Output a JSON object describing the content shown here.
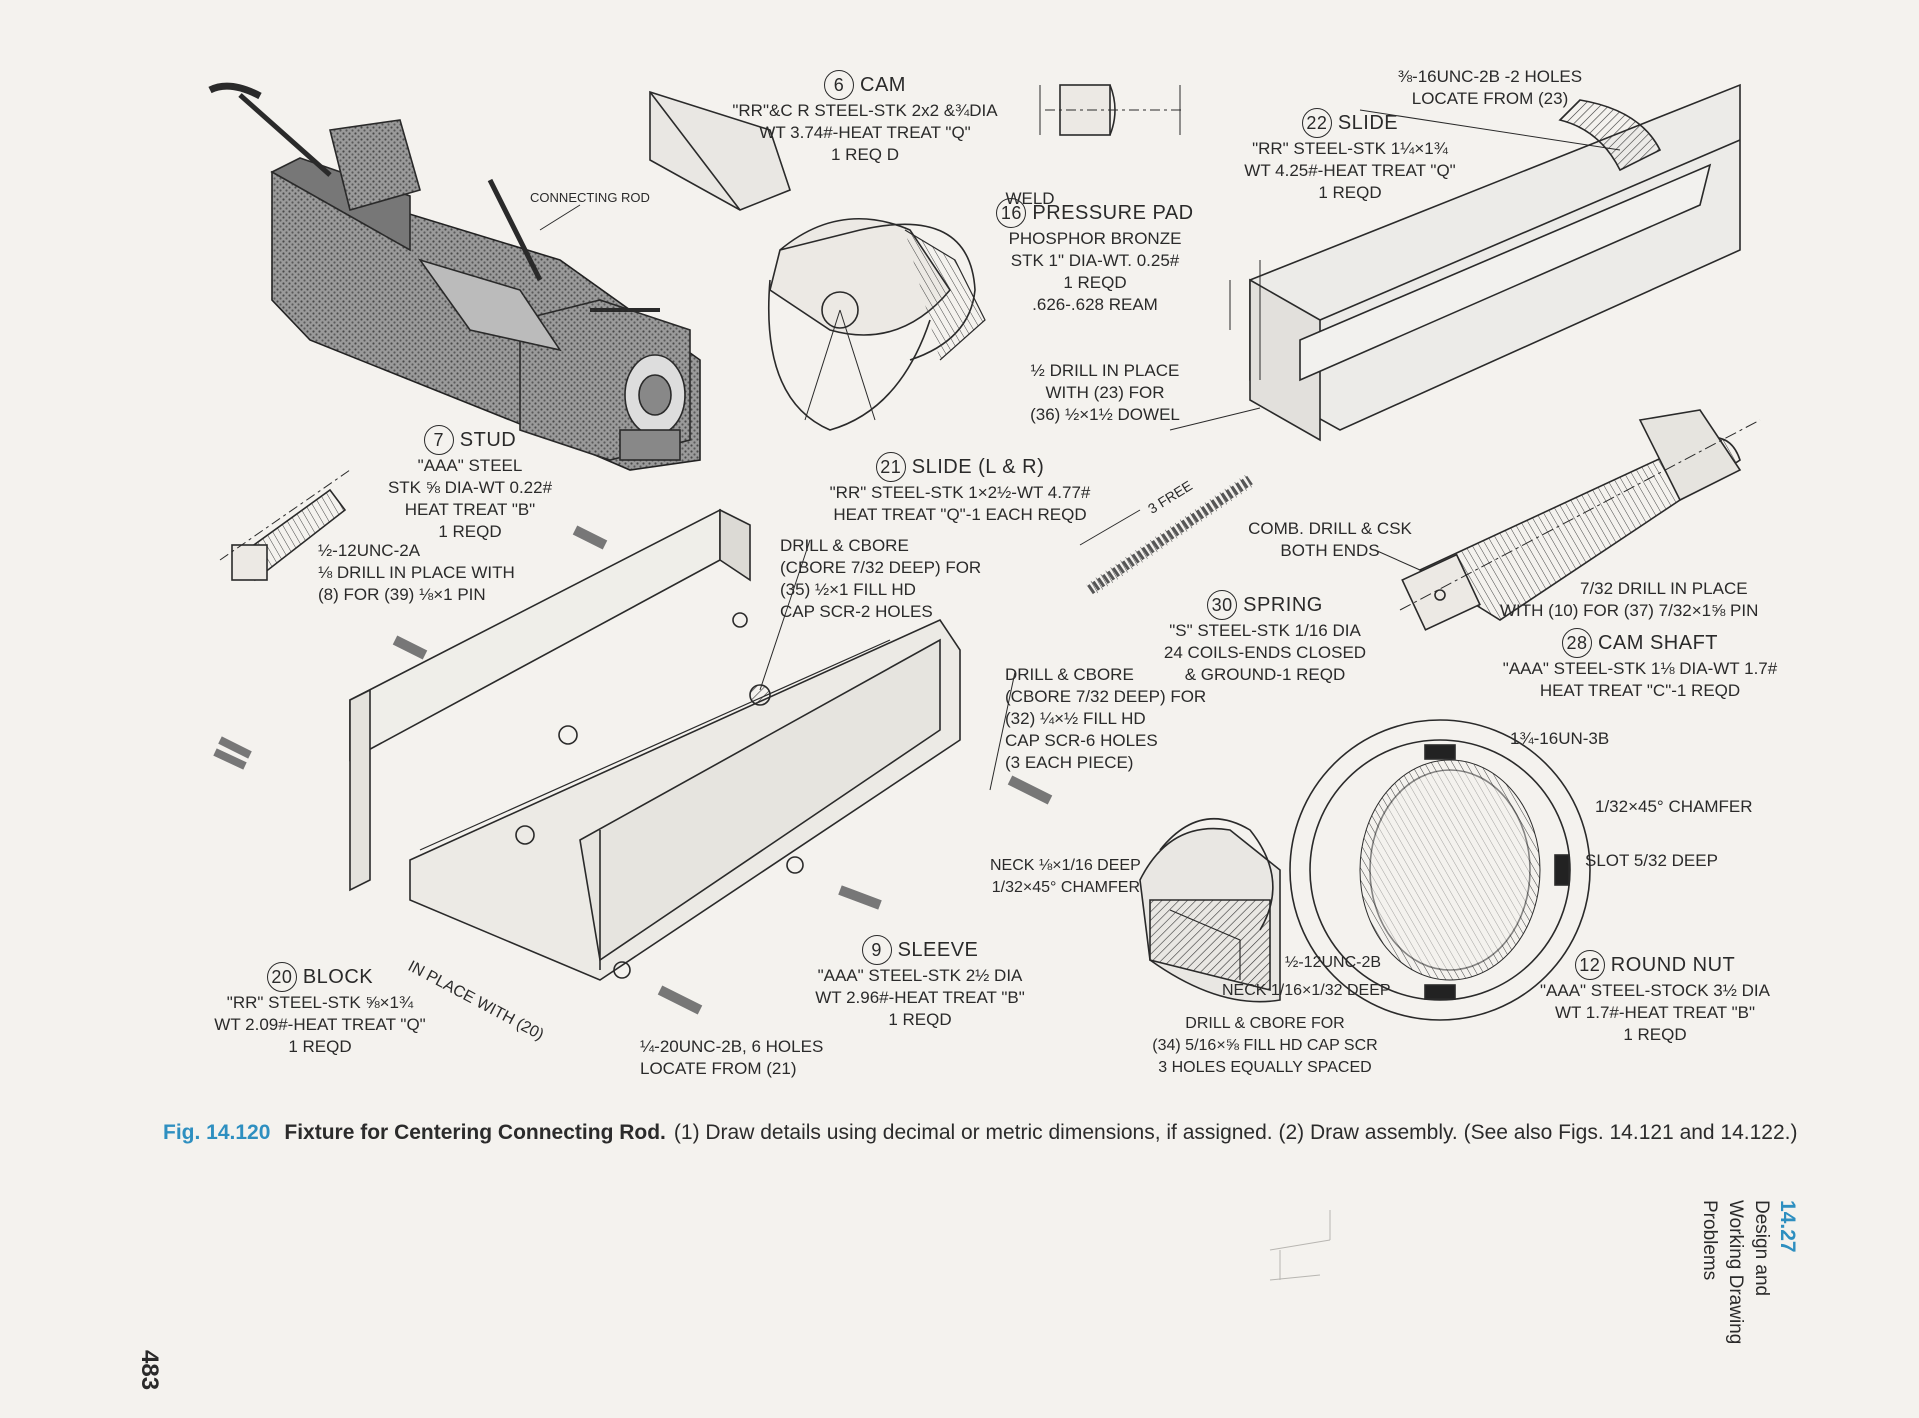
{
  "caption": {
    "fig_number": "Fig. 14.120",
    "title": "Fixture for Centering Connecting Rod.",
    "text": "(1) Draw details using decimal or metric dimensions, if assigned. (2) Draw assembly. (See also Figs. 14.121 and 14.122.)"
  },
  "section": {
    "number": "14.27",
    "line1": "Design and",
    "line2": "Working Drawing",
    "line3": "Problems"
  },
  "page_number": "483",
  "parts": {
    "cam": {
      "num": "6",
      "name": "CAM",
      "l1": "\"RR\"&C R STEEL-STK 2x2 &¾DIA",
      "l2": "WT 3.74#-HEAT TREAT \"Q\"",
      "l3": "1 REQ D"
    },
    "pressure_pad": {
      "num": "16",
      "name": "PRESSURE PAD",
      "l1": "PHOSPHOR BRONZE",
      "l2": "STK 1\" DIA-WT. 0.25#",
      "l3": "1 REQD",
      "l4": ".626-.628 REAM"
    },
    "slide22": {
      "num": "22",
      "name": "SLIDE",
      "l1": "\"RR\" STEEL-STK 1¼×1¾",
      "l2": "WT 4.25#-HEAT TREAT \"Q\"",
      "l3": "1 REQD",
      "top": "⅜-16UNC-2B -2 HOLES",
      "top2": "LOCATE FROM (23)"
    },
    "stud": {
      "num": "7",
      "name": "STUD",
      "l1": "\"AAA\" STEEL",
      "l2": "STK ⅝ DIA-WT 0.22#",
      "l3": "HEAT TREAT \"B\"",
      "l4": "1 REQD",
      "l5": "½-12UNC-2A",
      "l6": "⅛ DRILL IN PLACE WITH",
      "l7": "(8) FOR (39) ⅛×1 PIN"
    },
    "slide21": {
      "num": "21",
      "name": "SLIDE (L & R)",
      "l1": "\"RR\" STEEL-STK 1×2½-WT 4.77#",
      "l2": "HEAT TREAT \"Q\"-1 EACH REQD"
    },
    "drill1": {
      "l1": "½ DRILL IN PLACE",
      "l2": "WITH (23) FOR",
      "l3": "(36) ½×1½ DOWEL"
    },
    "drill2": {
      "l1": "DRILL & CBORE",
      "l2": "(CBORE 7/32 DEEP) FOR",
      "l3": "(35) ½×1 FILL HD",
      "l4": "CAP SCR-2 HOLES"
    },
    "drill3": {
      "l1": "DRILL & CBORE",
      "l2": "(CBORE 7/32 DEEP) FOR",
      "l3": "(32) ¼×½ FILL HD",
      "l4": "CAP SCR-6 HOLES",
      "l5": "(3 EACH PIECE)"
    },
    "spring": {
      "num": "30",
      "name": "SPRING",
      "l1": "\"S\" STEEL-STK 1/16 DIA",
      "l2": "24 COILS-ENDS CLOSED",
      "l3": "& GROUND-1 REQD",
      "free": "3 FREE"
    },
    "comb": {
      "l1": "COMB. DRILL & CSK",
      "l2": "BOTH ENDS"
    },
    "cam_shaft": {
      "num": "28",
      "name": "CAM SHAFT",
      "l1": "\"AAA\" STEEL-STK 1⅛ DIA-WT 1.7#",
      "l2": "HEAT TREAT \"C\"-1 REQD",
      "drill_a": "7/32 DRILL IN PLACE",
      "drill_b": "WITH (10) FOR (37) 7/32×1⅝ PIN"
    },
    "block": {
      "num": "20",
      "name": "BLOCK",
      "l1": "\"RR\" STEEL-STK ⅝×1¾",
      "l2": "WT 2.09#-HEAT TREAT \"Q\"",
      "l3": "1 REQD",
      "inplace": "IN PLACE WITH (20)"
    },
    "sleeve": {
      "num": "9",
      "name": "SLEEVE",
      "l1": "\"AAA\" STEEL-STK 2½ DIA",
      "l2": "WT 2.96#-HEAT TREAT \"B\"",
      "l3": "1 REQD",
      "neck1": "NECK ⅛×1/16 DEEP",
      "chamfer": "1/32×45° CHAMFER",
      "neck2": "NECK 1/16×1/32 DEEP",
      "thread": "½-12UNC-2B",
      "cb1": "DRILL & CBORE FOR",
      "cb2": "(34) 5/16×⅝ FILL HD CAP SCR",
      "cb3": "3 HOLES EQUALLY SPACED"
    },
    "screws": {
      "l1": "¼-20UNC-2B, 6 HOLES",
      "l2": "LOCATE FROM (21)"
    },
    "round_nut": {
      "num": "12",
      "name": "ROUND NUT",
      "l1": "\"AAA\" STEEL-STOCK 3½ DIA",
      "l2": "WT 1.7#-HEAT TREAT \"B\"",
      "l3": "1 REQD",
      "thread": "1¾-16UN-3B",
      "chamfer": "1/32×45° CHAMFER",
      "slot": "SLOT 5/32 DEEP"
    },
    "misc": {
      "connecting_rod": "CONNECTING ROD",
      "weld": "WELD",
      "ream": ".626-.628 REAM"
    }
  }
}
